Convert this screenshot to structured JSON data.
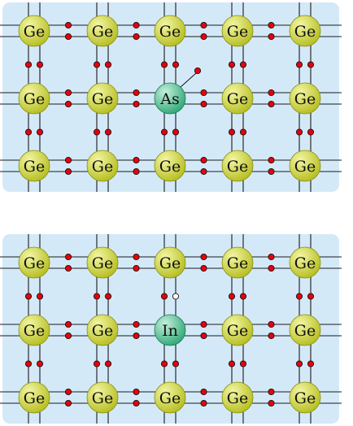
{
  "colors": {
    "panel_fill": "#d4e9f8",
    "bond_line": "#1a1a1a",
    "host_atom": "#b5bd1f",
    "host_atom_highlight": "#f3f6a3",
    "dopant_atom": "#2ea676",
    "dopant_atom_highlight": "#c5f0dc",
    "electron": "#e8000b",
    "hole": "#ffffff"
  },
  "panels": [
    {
      "name": "donor-doping",
      "host_element": "Ge",
      "dopant_element": "As",
      "dopant_site": {
        "row": 1,
        "col": 2
      },
      "carrier": "extra-electron",
      "atoms": [
        [
          "Ge",
          "Ge",
          "Ge",
          "Ge",
          "Ge"
        ],
        [
          "Ge",
          "Ge",
          "As",
          "Ge",
          "Ge"
        ],
        [
          "Ge",
          "Ge",
          "Ge",
          "Ge",
          "Ge"
        ]
      ]
    },
    {
      "name": "acceptor-doping",
      "host_element": "Ge",
      "dopant_element": "In",
      "dopant_site": {
        "row": 1,
        "col": 2
      },
      "carrier": "hole",
      "atoms": [
        [
          "Ge",
          "Ge",
          "Ge",
          "Ge",
          "Ge"
        ],
        [
          "Ge",
          "Ge",
          "In",
          "Ge",
          "Ge"
        ],
        [
          "Ge",
          "Ge",
          "Ge",
          "Ge",
          "Ge"
        ]
      ]
    }
  ]
}
